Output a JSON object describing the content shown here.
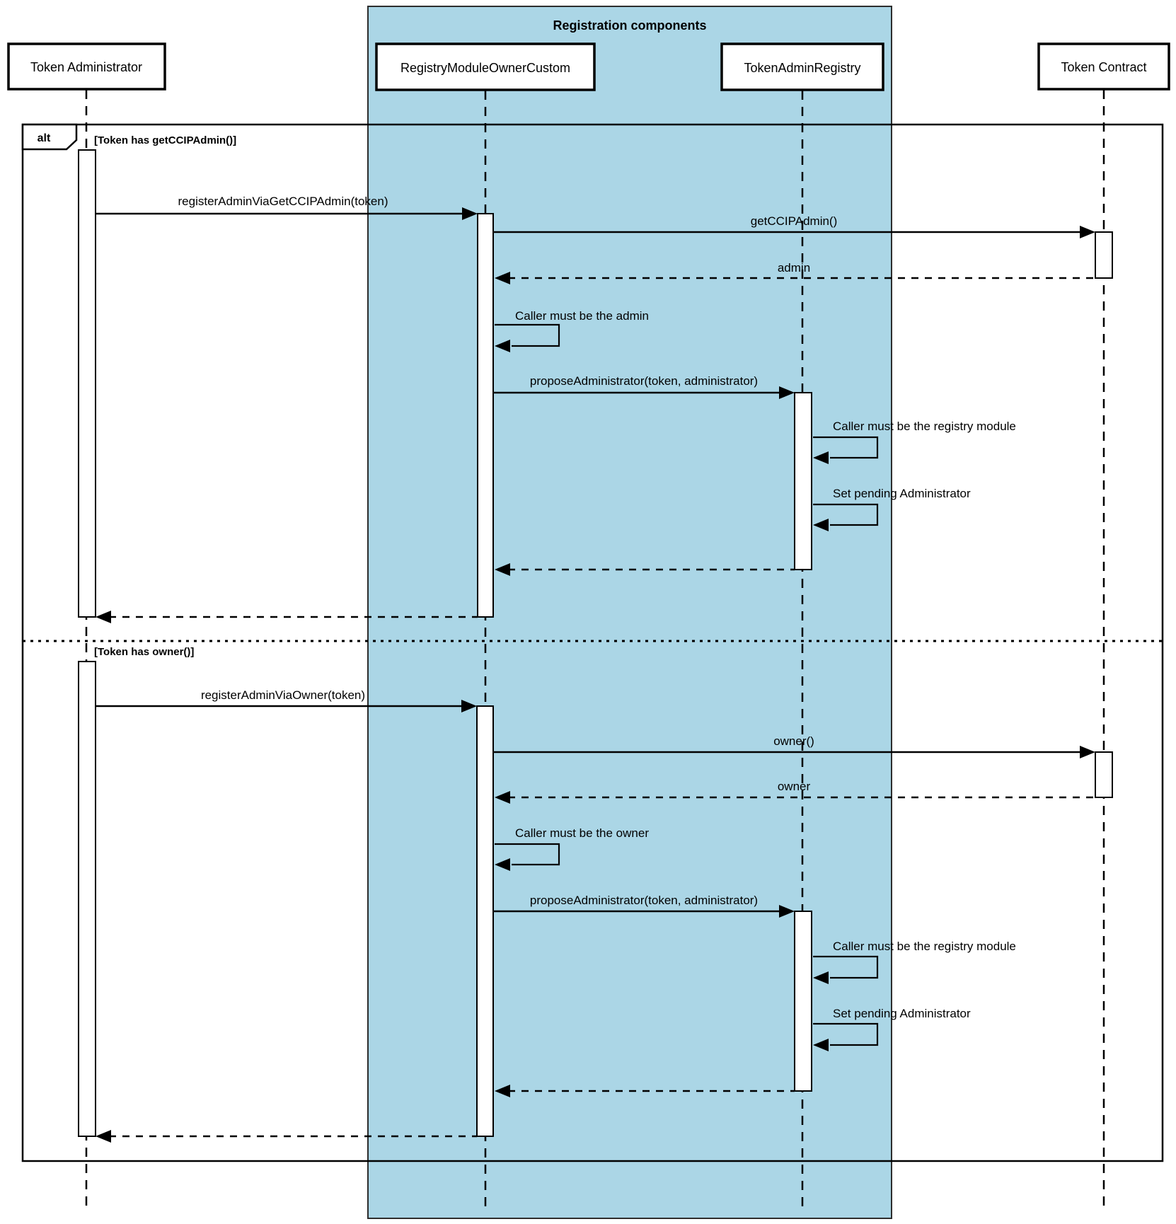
{
  "diagram": {
    "title": "Registration components",
    "colors": {
      "group_fill": "#ABD6E6",
      "participant_fill": "#FFFFFF",
      "line": "#000000"
    },
    "participants": [
      {
        "label": "Token Administrator"
      },
      {
        "label": "RegistryModuleOwnerCustom"
      },
      {
        "label": "TokenAdminRegistry"
      },
      {
        "label": "Token Contract"
      }
    ],
    "frame": {
      "operator": "alt"
    },
    "sections": [
      {
        "condition": "[Token has getCCIPAdmin()]",
        "messages": [
          {
            "label": "registerAdminViaGetCCIPAdmin(token)",
            "from": "Token Administrator",
            "to": "RegistryModuleOwnerCustom",
            "kind": "call"
          },
          {
            "label": "getCCIPAdmin()",
            "from": "RegistryModuleOwnerCustom",
            "to": "Token Contract",
            "kind": "call"
          },
          {
            "label": "admin",
            "from": "Token Contract",
            "to": "RegistryModuleOwnerCustom",
            "kind": "return"
          },
          {
            "label": "Caller must be the admin",
            "from": "RegistryModuleOwnerCustom",
            "to": "RegistryModuleOwnerCustom",
            "kind": "self"
          },
          {
            "label": "proposeAdministrator(token, administrator)",
            "from": "RegistryModuleOwnerCustom",
            "to": "TokenAdminRegistry",
            "kind": "call"
          },
          {
            "label": "Caller must be the registry module",
            "from": "TokenAdminRegistry",
            "to": "TokenAdminRegistry",
            "kind": "self"
          },
          {
            "label": "Set pending Administrator",
            "from": "TokenAdminRegistry",
            "to": "TokenAdminRegistry",
            "kind": "self"
          },
          {
            "label": "",
            "from": "TokenAdminRegistry",
            "to": "RegistryModuleOwnerCustom",
            "kind": "return"
          },
          {
            "label": "",
            "from": "RegistryModuleOwnerCustom",
            "to": "Token Administrator",
            "kind": "return"
          }
        ]
      },
      {
        "condition": "[Token has owner()]",
        "messages": [
          {
            "label": "registerAdminViaOwner(token)",
            "from": "Token Administrator",
            "to": "RegistryModuleOwnerCustom",
            "kind": "call"
          },
          {
            "label": "owner()",
            "from": "RegistryModuleOwnerCustom",
            "to": "Token Contract",
            "kind": "call"
          },
          {
            "label": "owner",
            "from": "Token Contract",
            "to": "RegistryModuleOwnerCustom",
            "kind": "return"
          },
          {
            "label": "Caller must be the owner",
            "from": "RegistryModuleOwnerCustom",
            "to": "RegistryModuleOwnerCustom",
            "kind": "self"
          },
          {
            "label": "proposeAdministrator(token, administrator)",
            "from": "RegistryModuleOwnerCustom",
            "to": "TokenAdminRegistry",
            "kind": "call"
          },
          {
            "label": "Caller must be the registry module",
            "from": "TokenAdminRegistry",
            "to": "TokenAdminRegistry",
            "kind": "self"
          },
          {
            "label": "Set pending Administrator",
            "from": "TokenAdminRegistry",
            "to": "TokenAdminRegistry",
            "kind": "self"
          },
          {
            "label": "",
            "from": "TokenAdminRegistry",
            "to": "RegistryModuleOwnerCustom",
            "kind": "return"
          },
          {
            "label": "",
            "from": "RegistryModuleOwnerCustom",
            "to": "Token Administrator",
            "kind": "return"
          }
        ]
      }
    ]
  }
}
